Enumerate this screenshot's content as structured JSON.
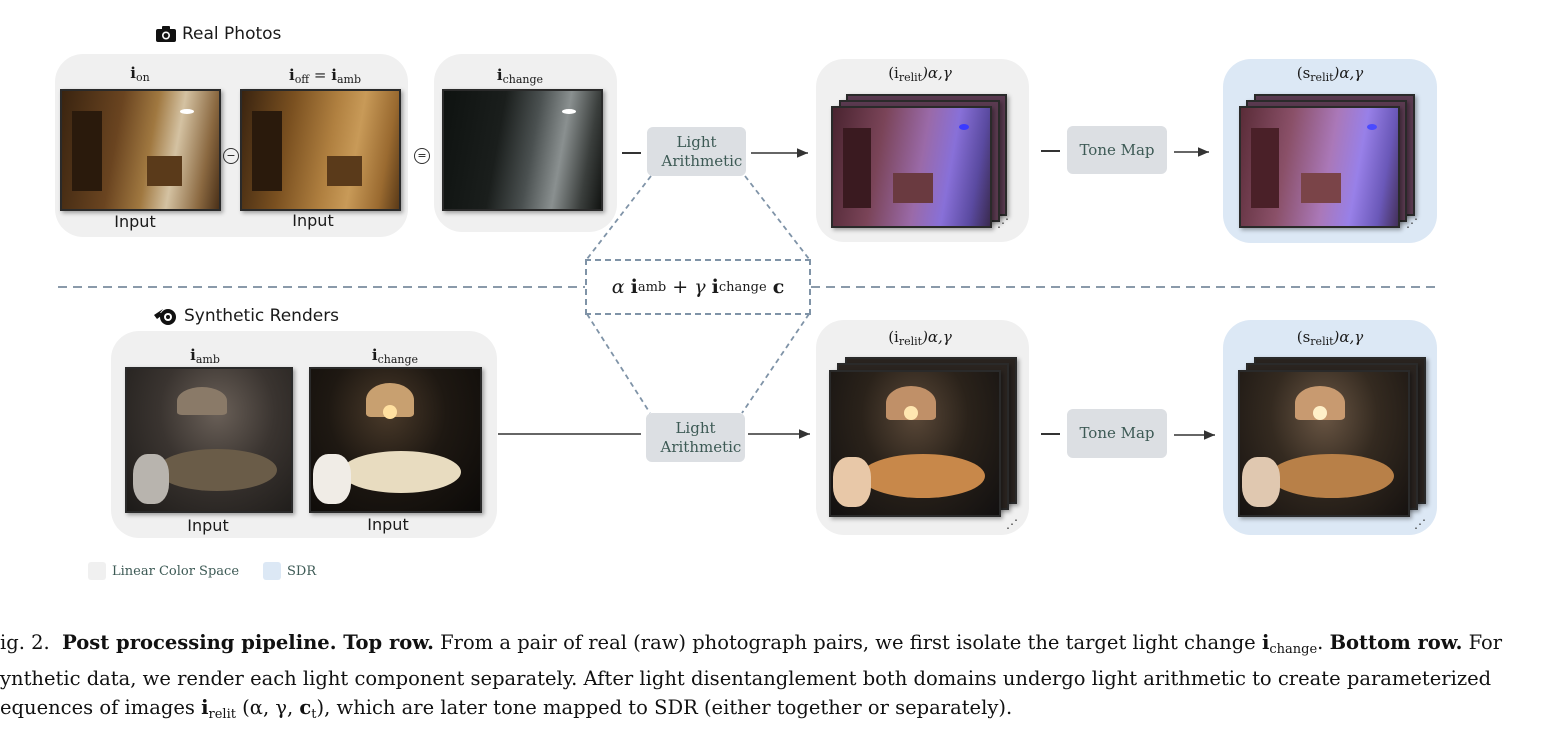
{
  "top": {
    "section_title": "Real Photos",
    "label_on": "i",
    "label_on_sub": "on",
    "label_off": "i",
    "label_off_sub": "off",
    "label_eq": "=",
    "label_amb": "i",
    "label_amb_sub": "amb",
    "label_change": "i",
    "label_change_sub": "change",
    "caption_input_1": "Input",
    "caption_input_2": "Input",
    "op_minus": "−",
    "op_equals": "=",
    "light_arithmetic": "Light Arithmetic",
    "relit_label": "(i",
    "relit_sub": "relit",
    "relit_params": ")α,γ",
    "tone_map": "Tone Map",
    "sdr_label": "(s",
    "sdr_sub": "relit",
    "sdr_params": ")α,γ",
    "ellipsis": "⋰"
  },
  "bottom": {
    "section_title": "Synthetic Renders",
    "label_amb": "i",
    "label_amb_sub": "amb",
    "label_change": "i",
    "label_change_sub": "change",
    "caption_input_1": "Input",
    "caption_input_2": "Input",
    "light_arithmetic": "Light Arithmetic",
    "relit_label": "(i",
    "relit_sub": "relit",
    "relit_params": ")α,γ",
    "tone_map": "Tone Map",
    "sdr_label": "(s",
    "sdr_sub": "relit",
    "sdr_params": ")α,γ",
    "ellipsis": "⋰"
  },
  "formula": {
    "alpha": "α",
    "i1": "i",
    "i1_sub": "amb",
    "plus": "+",
    "gamma": "γ",
    "i2": "i",
    "i2_sub": "change",
    "c": "c"
  },
  "legend": {
    "linear": "Linear Color Space",
    "sdr": "SDR",
    "linear_color": "#f0f0f0",
    "sdr_color": "#dce8f5"
  },
  "caption": {
    "fig": "ig. 2.",
    "bold1": "Post processing pipeline. Top row.",
    "text1": "From a pair of real (raw) photograph pairs, we first isolate the target light change",
    "ichange": "i",
    "ichange_sub": "change",
    "period": ".",
    "bold2": "Bottom row.",
    "text1b": "For",
    "line2": "ynthetic data, we render each light component separately. After light disentanglement both domains undergo light arithmetic to create parameterized",
    "line3a": "equences of images",
    "irelit": "i",
    "irelit_sub": "relit",
    "line3b": "(α, γ,",
    "ct": "c",
    "ct_sub": "t",
    "line3c": "), which are later tone mapped to SDR (either together or separately)."
  }
}
